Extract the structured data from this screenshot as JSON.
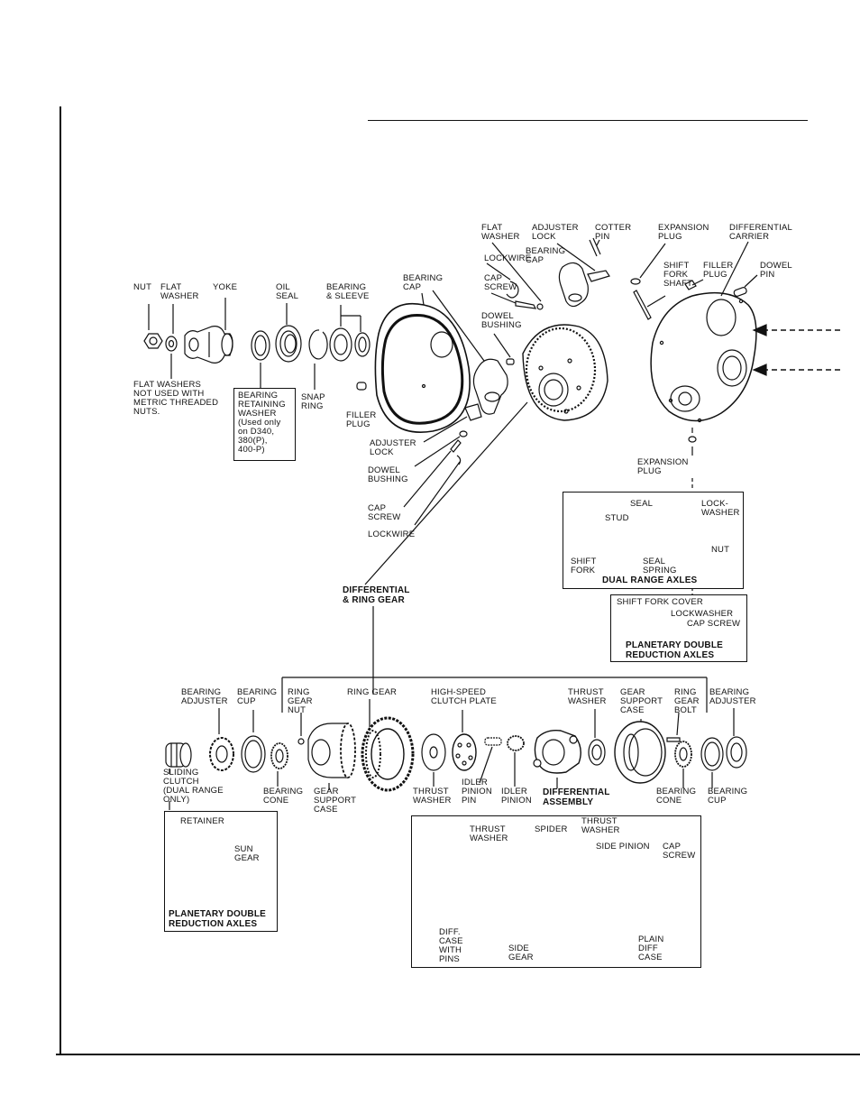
{
  "labels": {
    "nut": "NUT",
    "flat_washer": "FLAT\nWASHER",
    "yoke": "YOKE",
    "oil_seal": "OIL\nSEAL",
    "bearing_sleeve": "BEARING\n& SLEEVE",
    "flat_washers_note": "FLAT WASHERS\nNOT USED WITH\nMETRIC THREADED\nNUTS.",
    "bearing_retaining_washer": "BEARING\nRETAINING\nWASHER\n(Used only\non D340,\n380(P),\n400-P)",
    "snap_ring": "SNAP\nRING",
    "filler_plug_left": "FILLER\nPLUG",
    "bearing_cap_left": "BEARING\nCAP",
    "adjuster_lock_lower": "ADJUSTER\nLOCK",
    "dowel_bushing_lower": "DOWEL\nBUSHING",
    "cap_screw_lower": "CAP\nSCREW",
    "lockwire_lower": "LOCKWIRE",
    "dowel_bushing_upper": "DOWEL\nBUSHING",
    "cap_screw_upper": "CAP\nSCREW",
    "lockwire_upper": "LOCKWIRE",
    "flat_washer_top": "FLAT\nWASHER",
    "adjuster_lock_top": "ADJUSTER\nLOCK",
    "bearing_cap_top": "BEARING\nCAP",
    "cotter_pin": "COTTER\nPIN",
    "expansion_plug_top": "EXPANSION\nPLUG",
    "differential_carrier": "DIFFERENTIAL\nCARRIER",
    "shift_fork_shaft": "SHIFT\nFORK\nSHAFT",
    "filler_plug_right": "FILLER\nPLUG",
    "dowel_pin": "DOWEL\nPIN",
    "expansion_plug_bottom": "EXPANSION\nPLUG",
    "differential_ring_gear": "DIFFERENTIAL\n& RING GEAR"
  },
  "dual_range_box": {
    "seal": "SEAL",
    "lock_washer": "LOCK-\nWASHER",
    "stud": "STUD",
    "nut": "NUT",
    "shift_fork": "SHIFT\nFORK",
    "seal_spring": "SEAL\nSPRING",
    "title": "DUAL RANGE AXLES"
  },
  "planetary_cover_box": {
    "shift_fork_cover": "SHIFT FORK COVER",
    "lockwasher": "LOCKWASHER",
    "cap_screw": "CAP SCREW",
    "title": "PLANETARY DOUBLE\nREDUCTION AXLES"
  },
  "lower_row": {
    "bearing_adjuster_left": "BEARING\nADJUSTER",
    "bearing_cup_left": "BEARING\nCUP",
    "ring_gear_nut": "RING\nGEAR\nNUT",
    "ring_gear": "RING GEAR",
    "high_speed_clutch_plate": "HIGH-SPEED\nCLUTCH PLATE",
    "thrust_washer_top": "THRUST\nWASHER",
    "gear_support_case_top": "GEAR\nSUPPORT\nCASE",
    "ring_gear_bolt": "RING\nGEAR\nBOLT",
    "bearing_adjuster_right": "BEARING\nADJUSTER",
    "sliding_clutch": "SLIDING\nCLUTCH\n(DUAL RANGE\nONLY)",
    "bearing_cone_left": "BEARING\nCONE",
    "gear_support_case_bottom": "GEAR\nSUPPORT\nCASE",
    "thrust_washer_bottom": "THRUST\nWASHER",
    "idler_pinion_pin": "IDLER\nPINION\nPIN",
    "idler_pinion": "IDLER\nPINION",
    "differential_assembly": "DIFFERENTIAL\nASSEMBLY",
    "bearing_cone_right": "BEARING\nCONE",
    "bearing_cup_right": "BEARING\nCUP"
  },
  "planetary_sun_box": {
    "retainer": "RETAINER",
    "sun_gear": "SUN\nGEAR",
    "title": "PLANETARY DOUBLE\nREDUCTION AXLES"
  },
  "diff_assembly_box": {
    "thrust_washer_left": "THRUST\nWASHER",
    "spider": "SPIDER",
    "thrust_washer_right": "THRUST\nWASHER",
    "side_pinion": "SIDE PINION",
    "cap_screw": "CAP\nSCREW",
    "diff_case_with_pins": "DIFF.\nCASE\nWITH\nPINS",
    "side_gear": "SIDE\nGEAR",
    "plain_diff_case": "PLAIN\nDIFF\nCASE"
  }
}
